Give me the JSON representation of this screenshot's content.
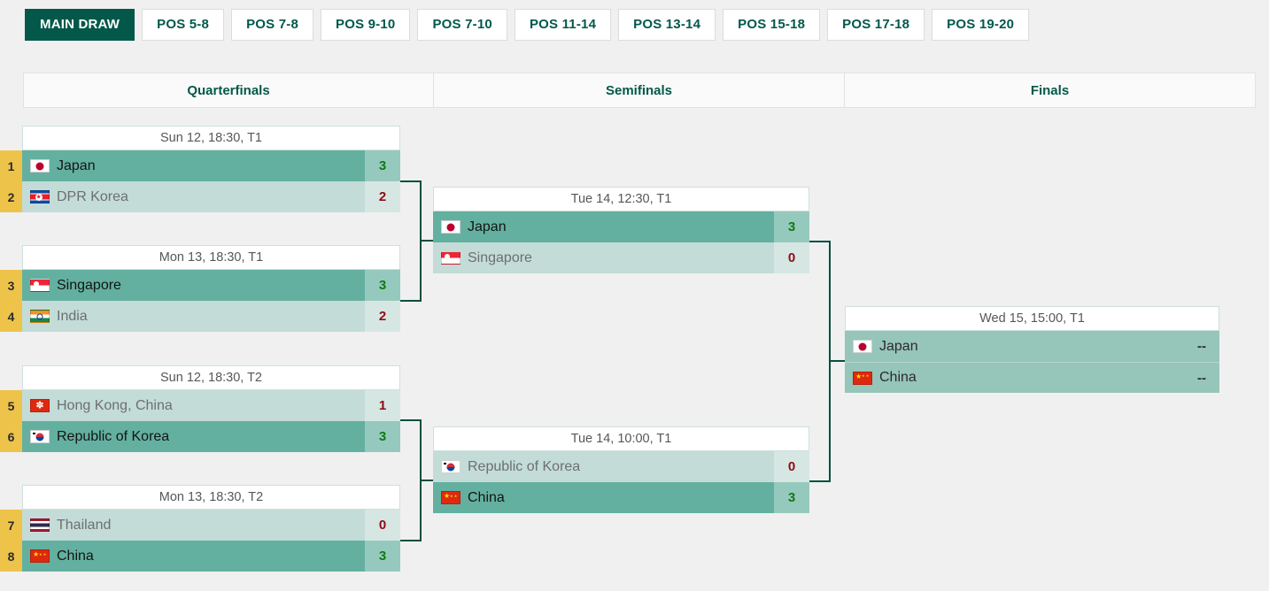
{
  "tabs": [
    {
      "label": "MAIN DRAW",
      "active": true
    },
    {
      "label": "POS 5-8",
      "active": false
    },
    {
      "label": "POS 7-8",
      "active": false
    },
    {
      "label": "POS 9-10",
      "active": false
    },
    {
      "label": "POS 7-10",
      "active": false
    },
    {
      "label": "POS 11-14",
      "active": false
    },
    {
      "label": "POS 13-14",
      "active": false
    },
    {
      "label": "POS 15-18",
      "active": false
    },
    {
      "label": "POS 17-18",
      "active": false
    },
    {
      "label": "POS 19-20",
      "active": false
    }
  ],
  "rounds": [
    {
      "label": "Quarterfinals"
    },
    {
      "label": "Semifinals"
    },
    {
      "label": "Finals"
    }
  ],
  "colors": {
    "accent_green": "#03584a",
    "winner_row": "#63b0a0",
    "loser_row": "#c3dcd8",
    "pending_row": "#96c5ba",
    "seed_gold": "#eec34a",
    "score_win": "#0f7a12",
    "score_lose": "#8e0b16",
    "connector": "#054f3f",
    "page_bg": "#f0f0f0"
  },
  "matches": {
    "qf1": {
      "header": "Sun 12, 18:30, T1",
      "rows": [
        {
          "seed": "1",
          "team": "Japan",
          "score": "3",
          "state": "win",
          "flag": "flag-japan"
        },
        {
          "seed": "2",
          "team": "DPR Korea",
          "score": "2",
          "state": "lose",
          "flag": "flag-dpr-korea"
        }
      ]
    },
    "qf2": {
      "header": "Mon 13, 18:30, T1",
      "rows": [
        {
          "seed": "3",
          "team": "Singapore",
          "score": "3",
          "state": "win",
          "flag": "flag-singapore"
        },
        {
          "seed": "4",
          "team": "India",
          "score": "2",
          "state": "lose",
          "flag": "flag-india"
        }
      ]
    },
    "qf3": {
      "header": "Sun 12, 18:30, T2",
      "rows": [
        {
          "seed": "5",
          "team": "Hong Kong, China",
          "score": "1",
          "state": "lose",
          "flag": "flag-hong-kong"
        },
        {
          "seed": "6",
          "team": "Republic of Korea",
          "score": "3",
          "state": "win",
          "flag": "flag-korea"
        }
      ]
    },
    "qf4": {
      "header": "Mon 13, 18:30, T2",
      "rows": [
        {
          "seed": "7",
          "team": "Thailand",
          "score": "0",
          "state": "lose",
          "flag": "flag-thailand"
        },
        {
          "seed": "8",
          "team": "China",
          "score": "3",
          "state": "win",
          "flag": "flag-china"
        }
      ]
    },
    "sf1": {
      "header": "Tue 14, 12:30, T1",
      "rows": [
        {
          "seed": "",
          "team": "Japan",
          "score": "3",
          "state": "win",
          "flag": "flag-japan"
        },
        {
          "seed": "",
          "team": "Singapore",
          "score": "0",
          "state": "lose",
          "flag": "flag-singapore"
        }
      ]
    },
    "sf2": {
      "header": "Tue 14, 10:00, T1",
      "rows": [
        {
          "seed": "",
          "team": "Republic of Korea",
          "score": "0",
          "state": "lose",
          "flag": "flag-korea"
        },
        {
          "seed": "",
          "team": "China",
          "score": "3",
          "state": "win",
          "flag": "flag-china"
        }
      ]
    },
    "final": {
      "header": "Wed 15, 15:00, T1",
      "rows": [
        {
          "seed": "",
          "team": "Japan",
          "score": "--",
          "state": "pend",
          "flag": "flag-japan"
        },
        {
          "seed": "",
          "team": "China",
          "score": "--",
          "state": "pend",
          "flag": "flag-china"
        }
      ]
    }
  }
}
